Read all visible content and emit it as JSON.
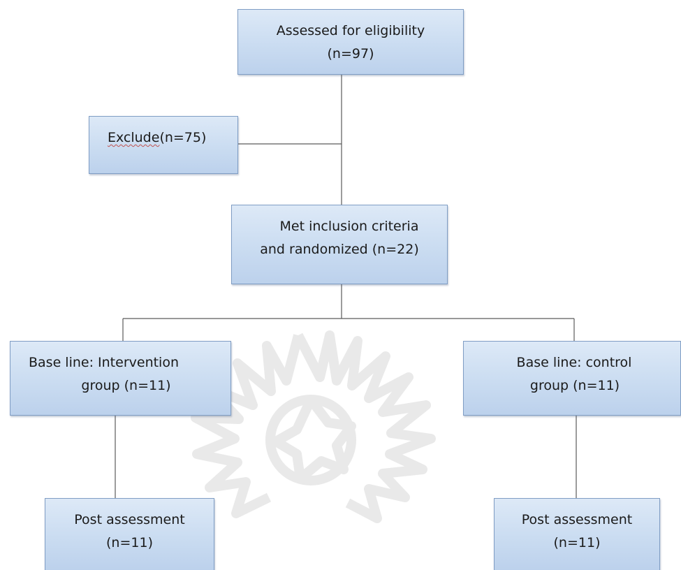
{
  "flowchart": {
    "assessed": {
      "line1": "Assessed for eligibility",
      "line2": "(n=97)"
    },
    "exclude": {
      "word": "Exclude",
      "count": "(n=75)"
    },
    "met": {
      "line1": "Met inclusion criteria",
      "line2": "and randomized (n=22)"
    },
    "baseline_intervention": {
      "line1": "Base line: Intervention",
      "line2": "group (n=11)"
    },
    "baseline_control": {
      "line1": "Base line: control",
      "line2": "group (n=11)"
    },
    "post_intervention": {
      "line1": "Post assessment",
      "line2": "(n=11)"
    },
    "post_control": {
      "line1": "Post assessment",
      "line2": "(n=11)"
    }
  },
  "colors": {
    "box_fill": "#cadcf1",
    "box_border": "#7f9dc4",
    "connector": "#5a5a5a",
    "watermark": "#e9e9e9",
    "spellcheck_underline": "#c0504d"
  }
}
